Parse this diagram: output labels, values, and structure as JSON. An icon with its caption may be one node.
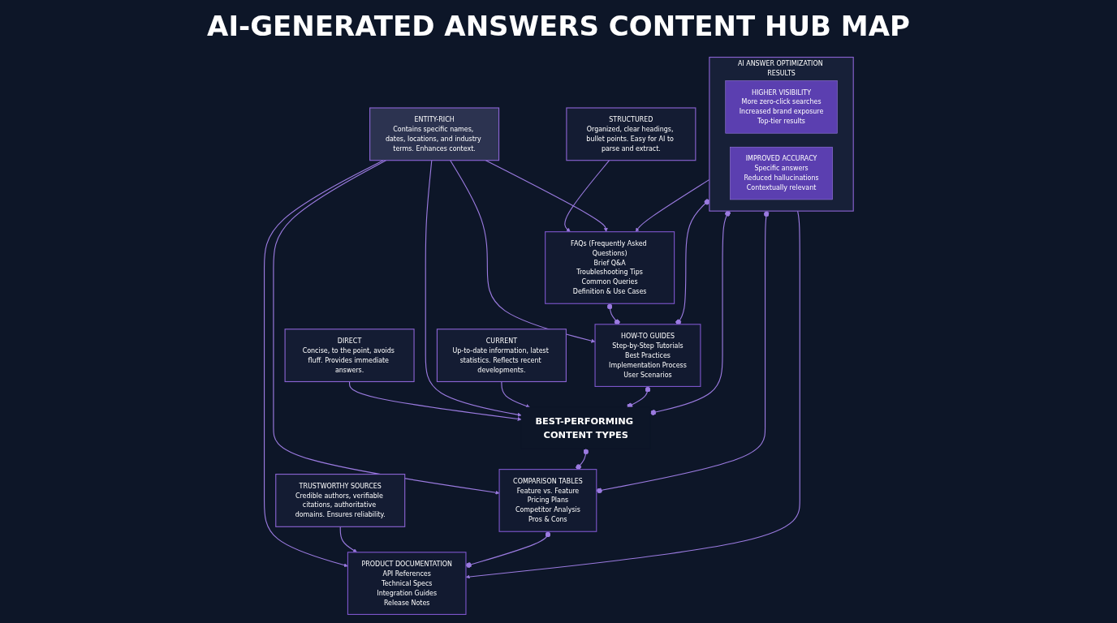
{
  "diagram": {
    "title": "AI-GENERATED ANSWERS CONTENT HUB MAP",
    "nodes": [
      {
        "text": [
          "STRUCTURED",
          "Organized, clear headings, bullet points. Easy for AI to parse and extract."
        ]
      },
      {
        "text": [
          "DIRECT",
          "Concise, to the point, avoids fluff. Provides immediate answers."
        ]
      },
      {
        "text": [
          "ENTITY-RICH",
          "Contains specific names, dates, locations, and industry terms. Enhances context."
        ]
      },
      {
        "text": [
          "CURRENT",
          "Up-to-date information, latest statistics. Reflects recent developments."
        ]
      },
      {
        "text": [
          "TRUSTWORTHY SOURCES",
          "Credible authors, verifiable citations, authoritative domains. Ensures reliability."
        ]
      },
      {
        "text": [
          "FAQs (Frequently Asked Questions)",
          "Brief Q&A",
          "Troubleshooting Tips",
          "Common Queries",
          "Definition & Use Cases"
        ]
      },
      {
        "text": [
          "HOW-TO GUIDES",
          "Step-by-Step Tutorials",
          "Best Practices",
          "Implementation Process",
          "User Scenarios"
        ]
      },
      {
        "text": [
          "BEST-PERFORMING CONTENT TYPES"
        ]
      },
      {
        "text": [
          "COMPARISON TABLES",
          "Feature vs. Feature",
          "Pricing Plans",
          "Competitor Analysis",
          "Pros & Cons"
        ]
      },
      {
        "text": [
          "PRODUCT DOCUMENTATION",
          "API References",
          "Technical Specs",
          "Integration Guides",
          "Release Notes"
        ]
      },
      {
        "text": [
          "AI ANSWER OPTIMIZATION RESULTS"
        ]
      },
      {
        "text": [
          "HIGHER VISIBILITY",
          "More zero-click searches",
          "Increased brand exposure",
          "Top-tier results"
        ],
        "in": 10
      },
      {
        "text": [
          "IMPROVED ACCURACY",
          "Specific answers",
          "Reduced hallucinations",
          "Contextually relevant"
        ],
        "in": 10
      }
    ],
    "edges": [
      {
        "from": 0,
        "to": 5,
        "arrow": "to"
      },
      {
        "from": 1,
        "to": 7,
        "arrow": "to"
      },
      {
        "from": 2,
        "to": 5,
        "arrow": "to"
      },
      {
        "from": 2,
        "to": 6,
        "arrow": "to"
      },
      {
        "from": 2,
        "to": 7,
        "arrow": "to"
      },
      {
        "from": 2,
        "to": 8,
        "arrow": "to"
      },
      {
        "from": 2,
        "to": 9,
        "arrow": "to"
      },
      {
        "from": 3,
        "to": 7,
        "arrow": "to"
      },
      {
        "from": 4,
        "to": 9,
        "arrow": "to"
      },
      {
        "from": 5,
        "to": 6,
        "arrow": "other"
      },
      {
        "from": 6,
        "to": 7,
        "arrow": "other"
      },
      {
        "from": 7,
        "to": 8,
        "arrow": "other"
      },
      {
        "from": 8,
        "to": 9,
        "arrow": "other"
      },
      {
        "from": 10,
        "to": 5,
        "arrow": "to"
      },
      {
        "from": 6,
        "to": 10,
        "arrow": "other"
      },
      {
        "from": 7,
        "to": 10,
        "arrow": "other"
      },
      {
        "from": 8,
        "to": 10,
        "arrow": "other"
      },
      {
        "from": 10,
        "to": 9,
        "arrow": "to"
      }
    ]
  }
}
